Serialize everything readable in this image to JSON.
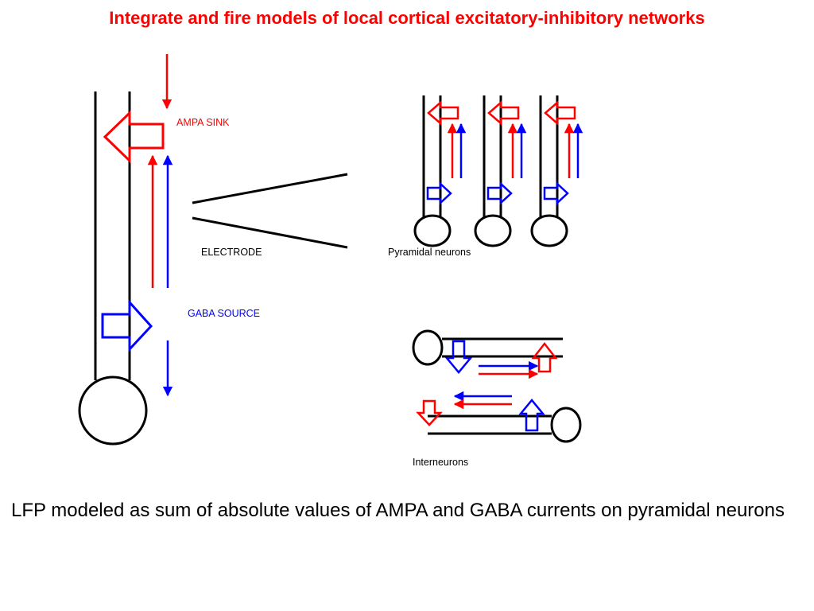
{
  "title": "Integrate and fire models of local cortical excitatory-inhibitory networks",
  "labels": {
    "ampa_sink": "AMPA SINK",
    "gaba_source": "GABA SOURCE",
    "electrode": "ELECTRODE",
    "pyramidal_neurons": "Pyramidal neurons",
    "interneurons": "Interneurons"
  },
  "caption": "LFP modeled as sum of absolute values of AMPA and GABA currents on pyramidal neurons",
  "colors": {
    "title": "#ff0000",
    "excitatory": "#ff0000",
    "inhibitory": "#0000ff",
    "outline": "#000000"
  }
}
